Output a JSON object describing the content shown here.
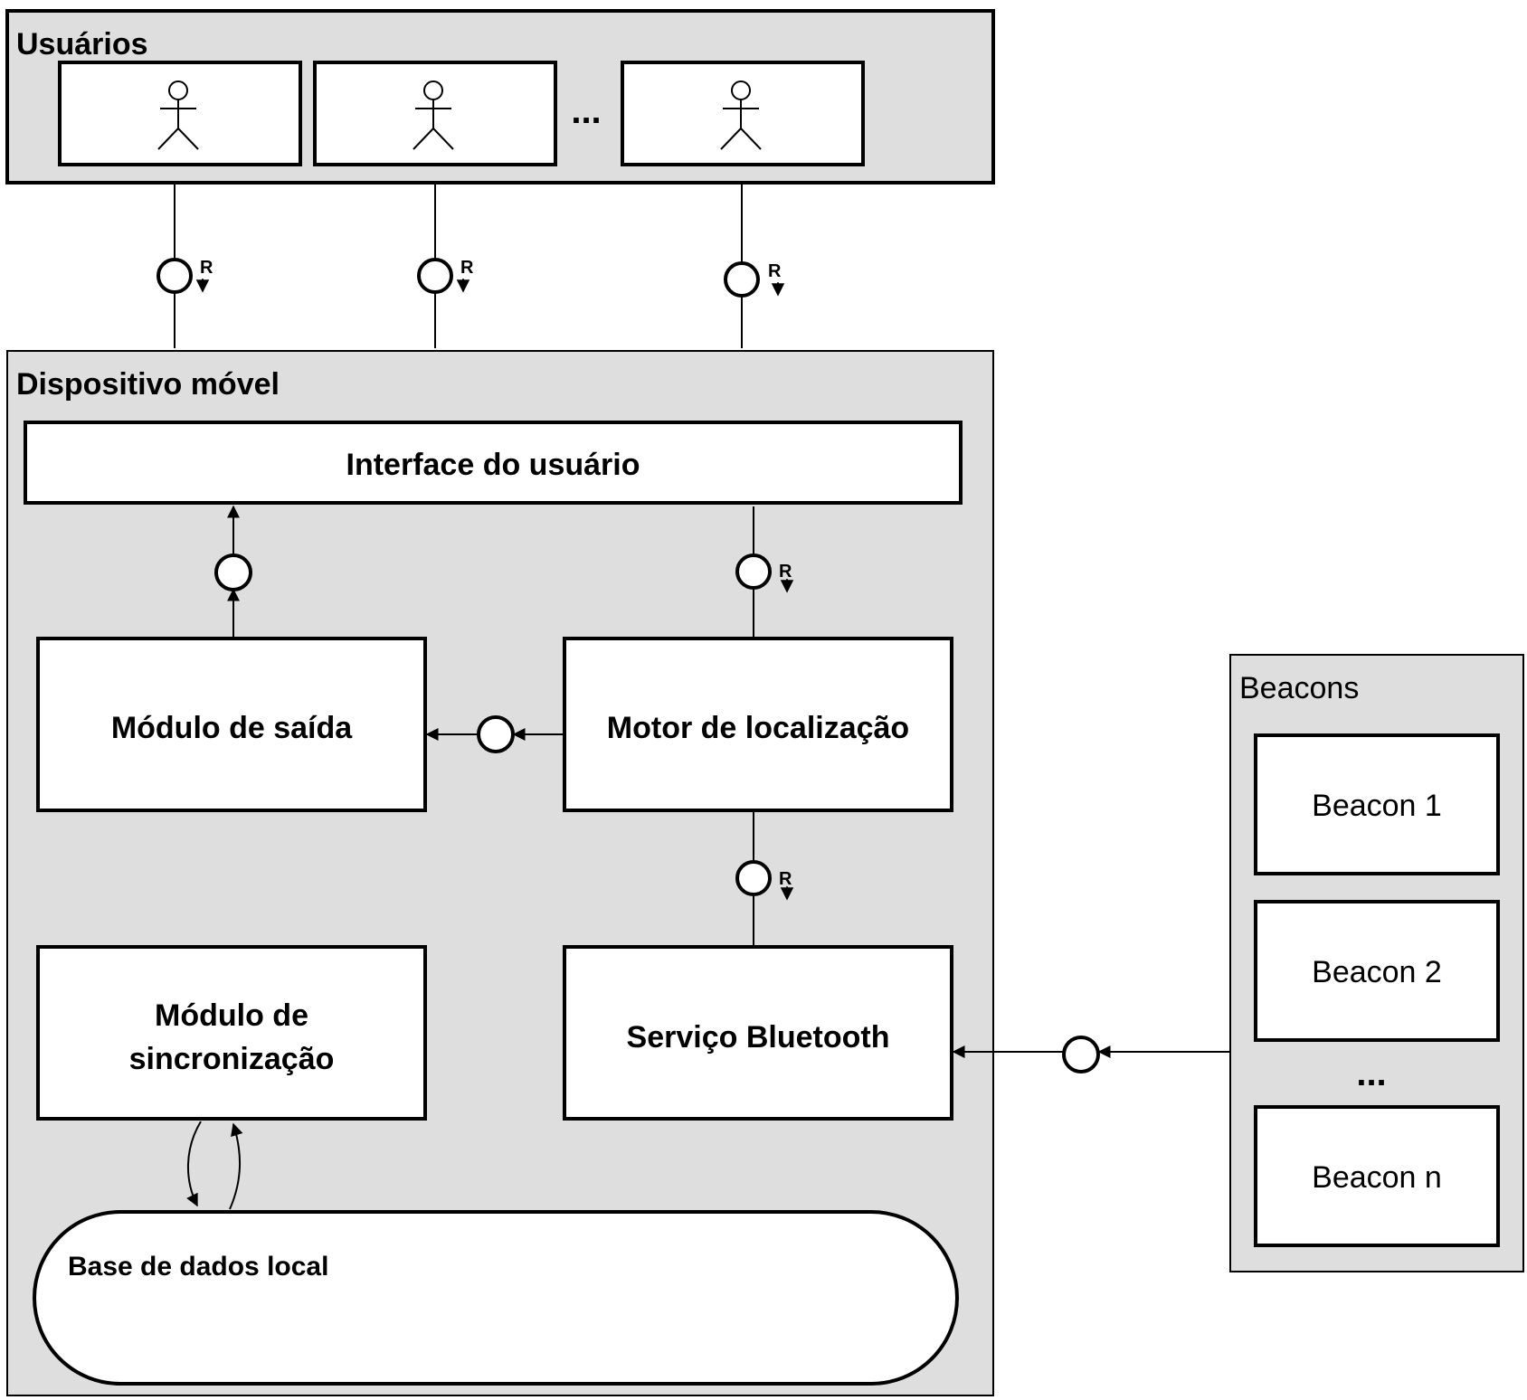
{
  "users_group": {
    "title": "Usuários",
    "ellipsis": "...",
    "actors": [
      "user-1",
      "user-2",
      "user-n"
    ]
  },
  "device_group": {
    "title": "Dispositivo móvel",
    "ui": "Interface do usuário",
    "output_module": "Módulo de saída",
    "location_engine": "Motor de localização",
    "sync_module_line1": "Módulo de",
    "sync_module_line2": "sincronização",
    "bluetooth_service": "Serviço Bluetooth",
    "local_db": "Base de dados local"
  },
  "beacons_group": {
    "title": "Beacons",
    "items": [
      "Beacon 1",
      "Beacon 2",
      "Beacon n"
    ],
    "ellipsis": "..."
  },
  "interface_marker": "R",
  "colors": {
    "group_fill": "#dedede",
    "box_fill": "#ffffff",
    "stroke": "#000000"
  }
}
